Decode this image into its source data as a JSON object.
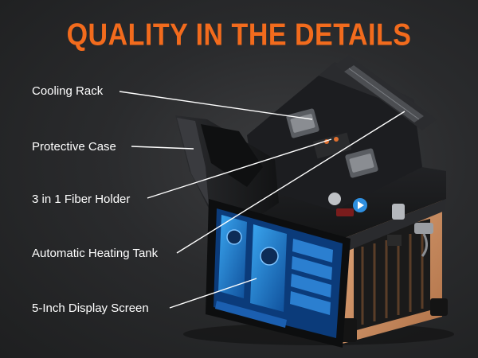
{
  "header": {
    "title": "QUALITY IN THE DETAILS"
  },
  "callouts": [
    {
      "label": "Cooling Rack"
    },
    {
      "label": "Protective Case"
    },
    {
      "label": "3 in 1 Fiber Holder"
    },
    {
      "label": "Automatic Heating Tank"
    },
    {
      "label": "5-Inch Display Screen"
    }
  ],
  "colors": {
    "title": "#f26b1d",
    "background": "#2a2b2d",
    "device_body": "#1b1c1e",
    "side_panel": "#c98a5c",
    "screen_accent": "#2e8fe0",
    "leader_line": "#ffffff"
  }
}
